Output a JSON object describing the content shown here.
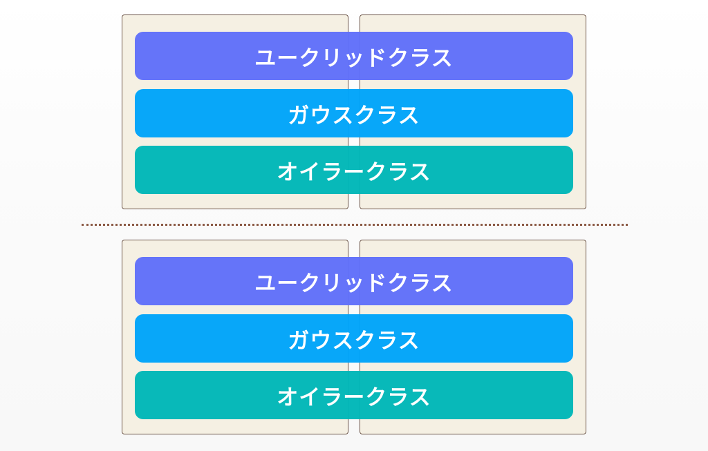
{
  "panels": [
    {
      "bars": [
        {
          "label": "ユークリッドクラス",
          "color": "#6070fa"
        },
        {
          "label": "ガウスクラス",
          "color": "#00a4fa"
        },
        {
          "label": "オイラークラス",
          "color": "#00b7b8"
        }
      ]
    },
    {
      "bars": [
        {
          "label": "ユークリッドクラス",
          "color": "#6070fa"
        },
        {
          "label": "ガウスクラス",
          "color": "#00a4fa"
        },
        {
          "label": "オイラークラス",
          "color": "#00b7b8"
        }
      ]
    }
  ],
  "colors": {
    "page_background": "#f5f0e3",
    "page_border": "#6b5447",
    "divider": "#8b5a45"
  }
}
